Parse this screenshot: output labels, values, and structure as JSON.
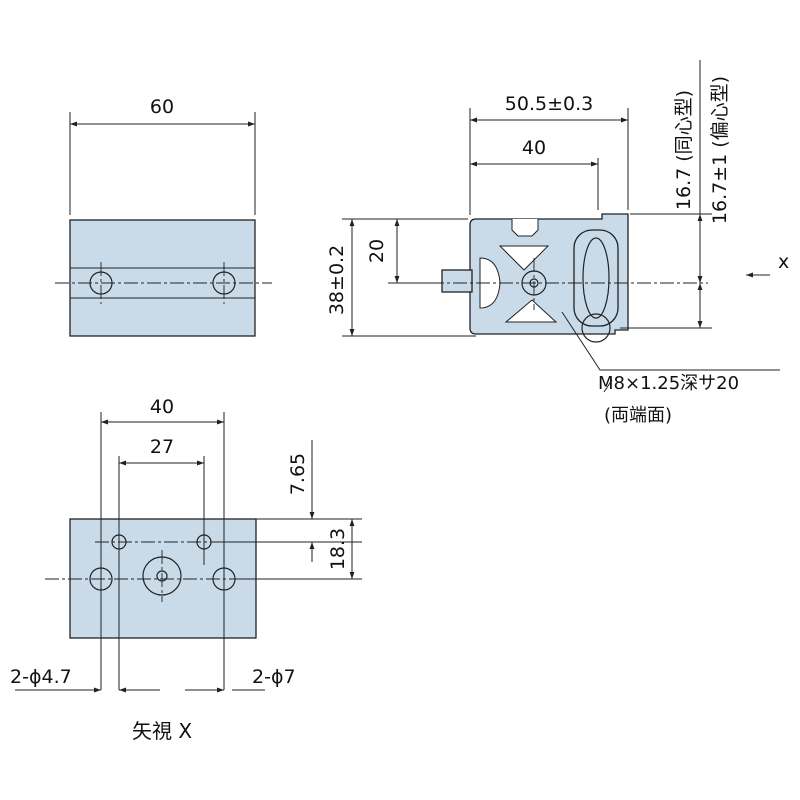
{
  "top_view": {
    "width_label": "60"
  },
  "side_view": {
    "overall_length_label": "50.5±0.3",
    "inner_length_label": "40",
    "height_label": "38±0.2",
    "half_height_label": "20",
    "offset_concentric_label": "16.7 (同心型)",
    "offset_eccentric_label": "16.7±1 (偏心型)",
    "arrow_label": "x",
    "thread_label": "M8×1.25深サ20",
    "thread_note": "(両端面)"
  },
  "bottom_view": {
    "outer_pitch_label": "40",
    "inner_pitch_label": "27",
    "vertical_small_label": "7.65",
    "vertical_pitch_label": "18.3",
    "small_hole_label": "2-ϕ4.7",
    "large_hole_label": "2-ϕ7",
    "view_title": "矢視 X"
  },
  "colors": {
    "part_fill": "#c9dbe9",
    "line": "#222222"
  }
}
